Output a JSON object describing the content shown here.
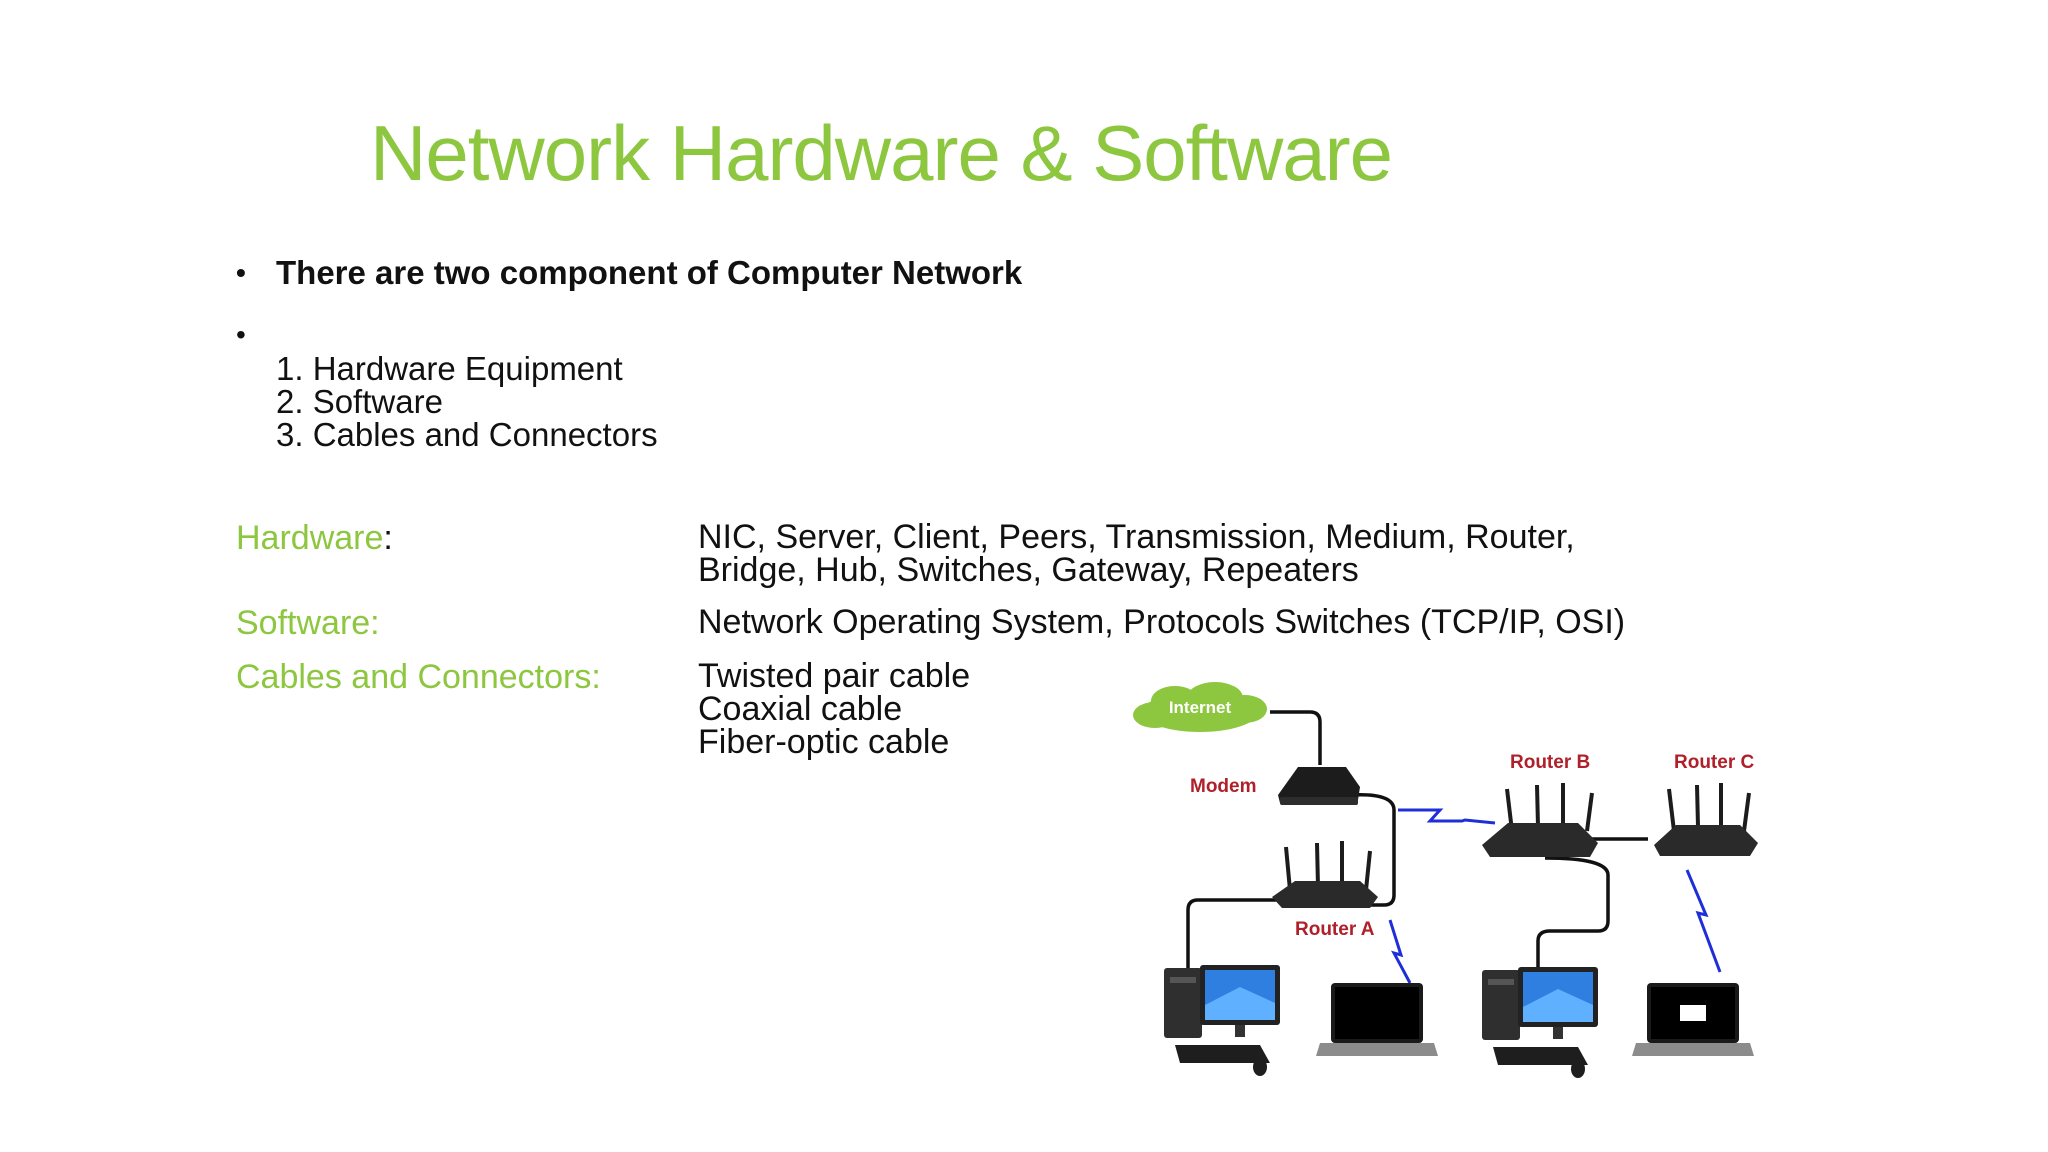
{
  "slide": {
    "title": "Network Hardware & Software",
    "bullets": [
      {
        "text": "There are two component of Computer Network",
        "bold": true
      },
      {
        "text": ""
      }
    ],
    "components": [
      "1. Hardware Equipment",
      "2. Software",
      "3. Cables and Connectors"
    ],
    "hardware": {
      "label": "Hardware",
      "colon": ":",
      "lines": [
        "NIC, Server, Client, Peers, Transmission, Medium, Router,",
        "Bridge, Hub, Switches, Gateway, Repeaters"
      ]
    },
    "software": {
      "label": "Software:",
      "lines": [
        "Network Operating System, Protocols Switches (TCP/IP, OSI)"
      ]
    },
    "cables": {
      "label": "Cables and Connectors:",
      "lines": [
        "Twisted pair cable",
        "Coaxial cable",
        "Fiber-optic cable"
      ]
    }
  },
  "diagram": {
    "internet_label": "Internet",
    "modem_label": "Modem",
    "router_a_label": "Router A",
    "router_b_label": "Router B",
    "router_c_label": "Router C",
    "colors": {
      "title_green": "#8dc63f",
      "cloud_green": "#8dc63f",
      "device_label_red": "#b0202a",
      "wireless_blue": "#1f2fd8",
      "cable_black": "#111111"
    }
  }
}
